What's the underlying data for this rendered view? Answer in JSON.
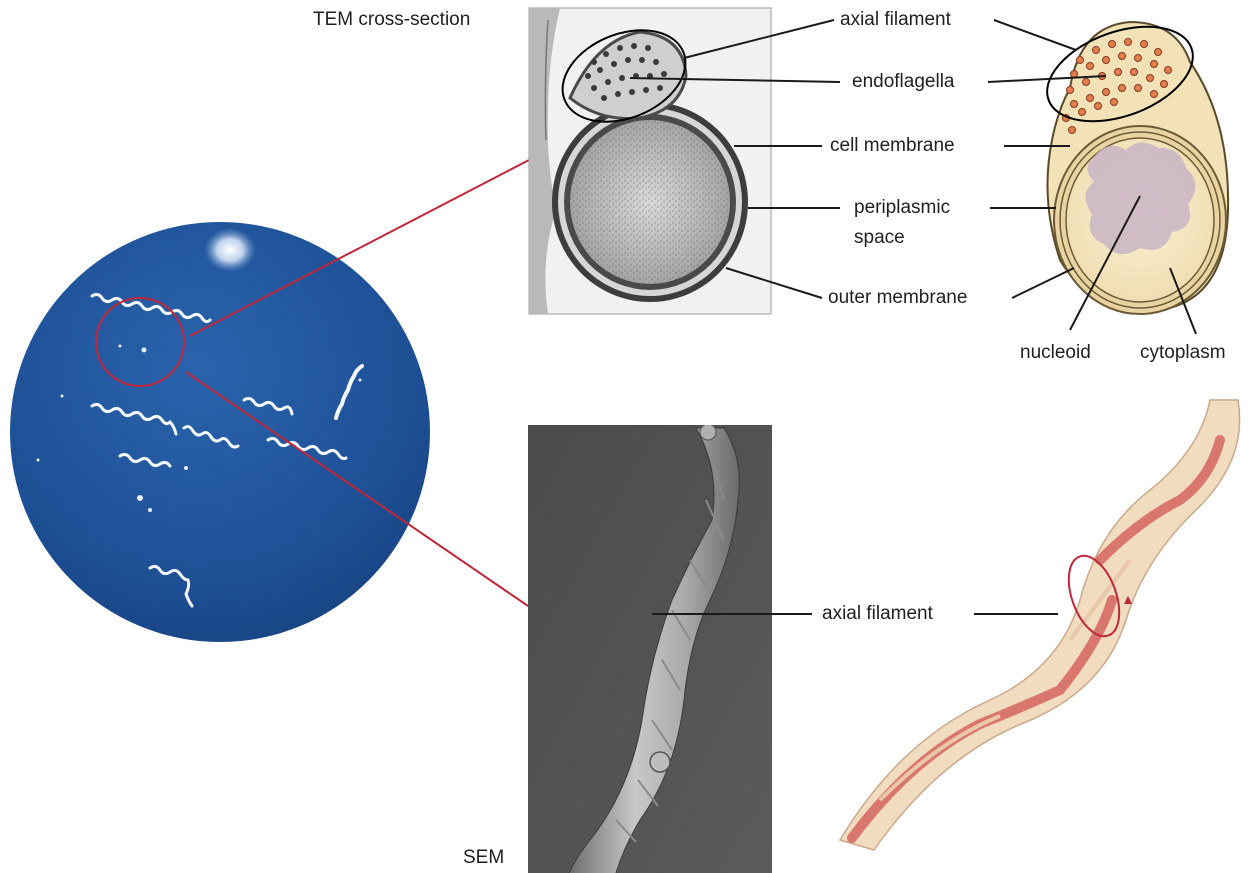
{
  "panels": {
    "tem": {
      "caption": "TEM cross-section"
    },
    "sem": {
      "caption": "SEM"
    }
  },
  "cross_section_labels": {
    "axial_filament": "axial filament",
    "endoflagella": "endoflagella",
    "cell_membrane": "cell membrane",
    "periplasmic_space_line1": "periplasmic",
    "periplasmic_space_line2": "space",
    "outer_membrane": "outer membrane",
    "nucleoid": "nucleoid",
    "cytoplasm": "cytoplasm"
  },
  "sem_labels": {
    "axial_filament": "axial filament"
  },
  "colors": {
    "zoom_lines": "#c0273b",
    "endoflagella_dots": "#e27d4e",
    "cell_fill": "#f3e2b8",
    "nucleoid_fill": "#c8b4c4",
    "filament_red": "#d9766d",
    "micrograph_blue": "#1d4f94"
  }
}
